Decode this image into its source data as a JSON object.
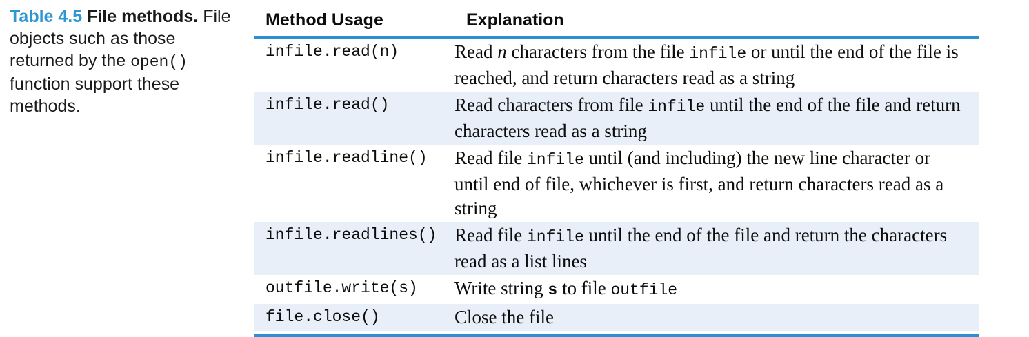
{
  "colors": {
    "rule_blue": "#2b8fd2",
    "row_shade": "#e8eff8",
    "caption_blue": "#2f96d2"
  },
  "caption": {
    "number": "Table 4.5",
    "title": " File methods.",
    "body_segments": [
      {
        "text": "File objects such as those returned by the ",
        "style": "sans"
      },
      {
        "text": "open()",
        "style": "mono"
      },
      {
        "text": " function support these methods.",
        "style": "sans"
      }
    ]
  },
  "table": {
    "headers": [
      "Method Usage",
      "Explanation"
    ],
    "rows": [
      {
        "method": "infile.read(n)",
        "shaded": false,
        "explanation": [
          {
            "text": "Read ",
            "style": "serif"
          },
          {
            "text": "n",
            "style": "italic"
          },
          {
            "text": " characters from the file ",
            "style": "serif"
          },
          {
            "text": "infile",
            "style": "mono"
          },
          {
            "text": " or until the end of the file is reached, and return characters read as a string",
            "style": "serif"
          }
        ]
      },
      {
        "method": "infile.read()",
        "shaded": true,
        "explanation": [
          {
            "text": "Read characters from file ",
            "style": "serif"
          },
          {
            "text": "infile",
            "style": "mono"
          },
          {
            "text": " until the end of the file and return characters read as a string",
            "style": "serif"
          }
        ]
      },
      {
        "method": "infile.readline()",
        "shaded": false,
        "explanation": [
          {
            "text": "Read file ",
            "style": "serif"
          },
          {
            "text": "infile",
            "style": "mono"
          },
          {
            "text": " until (and including) the new line character or until end of file, whichever is first, and return characters read as a string",
            "style": "serif"
          }
        ]
      },
      {
        "method": "infile.readlines()",
        "shaded": true,
        "explanation": [
          {
            "text": "Read file ",
            "style": "serif"
          },
          {
            "text": "infile",
            "style": "mono"
          },
          {
            "text": " until the end of the file and return the characters read as a list lines",
            "style": "serif"
          }
        ]
      },
      {
        "method": "outfile.write(s)",
        "shaded": false,
        "explanation": [
          {
            "text": "Write string ",
            "style": "serif"
          },
          {
            "text": "s",
            "style": "mono-bold"
          },
          {
            "text": " to file ",
            "style": "serif"
          },
          {
            "text": "outfile",
            "style": "mono"
          }
        ]
      },
      {
        "method": "file.close()",
        "shaded": true,
        "explanation": [
          {
            "text": "Close the file",
            "style": "serif"
          }
        ]
      }
    ]
  }
}
